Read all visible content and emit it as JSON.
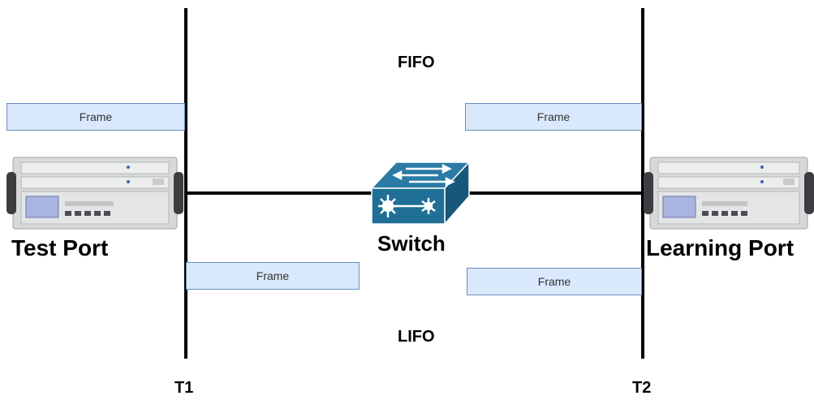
{
  "labels": {
    "fifo": "FIFO",
    "lifo": "LIFO",
    "switch": "Switch",
    "t1": "T1",
    "t2": "T2",
    "test_port": "Test Port",
    "learning_port": "Learning Port"
  },
  "frames": {
    "top_left": "Frame",
    "top_right": "Frame",
    "bottom_left": "Frame",
    "bottom_right": "Frame"
  },
  "colors": {
    "frame_fill": "#dae8fc",
    "frame_border": "#6c8ebf",
    "switch_blue": "#1f6f96",
    "line": "#000000"
  },
  "icons": {
    "test_device": "network-tester-chassis-icon",
    "learning_device": "network-tester-chassis-icon",
    "switch": "network-switch-icon"
  }
}
